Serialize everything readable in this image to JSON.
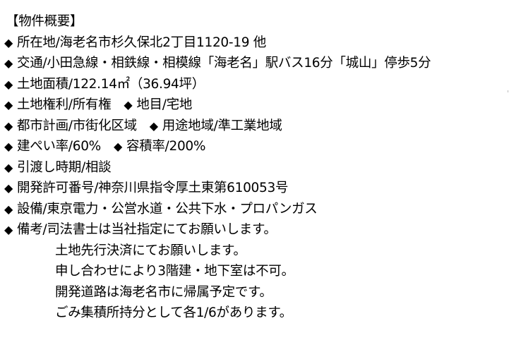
{
  "document": {
    "title": "【物件概要】",
    "bullet_symbol": "◆",
    "items": [
      {
        "label": "所在地/海老名市杉久保北2丁目1120-19 他"
      },
      {
        "label": "交通/小田急線・相鉄線・相模線「海老名」駅バス16分「城山」停歩5分"
      },
      {
        "label": "土地面積/122.14㎡（36.94坪）"
      },
      {
        "label": "土地権利/所有権",
        "second": "地目/宅地"
      },
      {
        "label": "都市計画/市街化区域",
        "second": "用途地域/準工業地域"
      },
      {
        "label": "建ぺい率/60%",
        "second": "容積率/200%"
      },
      {
        "label": "引渡し時期/相談"
      },
      {
        "label": "開発許可番号/神奈川県指令厚土東第610053号"
      },
      {
        "label": "設備/東京電力・公営水道・公共下水・プロパンガス"
      },
      {
        "label": "備考/司法書士は当社指定にてお願いします。"
      }
    ],
    "remarks_continued": [
      "土地先行決済にてお願いします。",
      "申し合わせにより3階建・地下室は不可。",
      "開発道路は海老名市に帰属予定です。",
      "ごみ集積所持分として各1/6があります。"
    ]
  }
}
